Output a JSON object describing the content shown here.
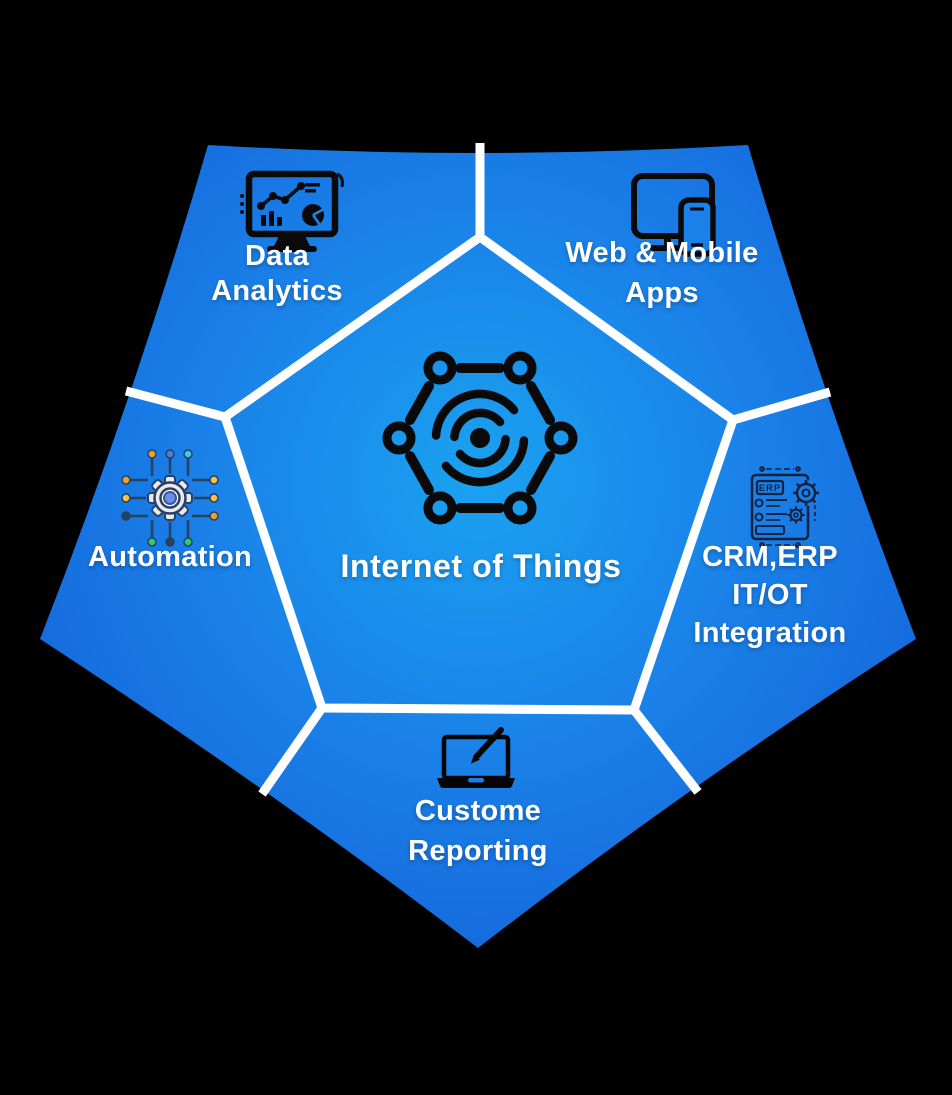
{
  "title": "Internet of Things",
  "colors": {
    "background": "#000000",
    "gradient_center": "#1AA2F0",
    "gradient_mid": "#1A84E9",
    "gradient_edge": "#1563DA",
    "divider": "#FFFFFF",
    "label_text": "#FFFFFF",
    "icon_black": "#0A0A0A",
    "icon_navy": "#16213F",
    "gear_body": "#E9EAEE",
    "gear_center": "#6B8FE8",
    "dot_orange": "#F0A029",
    "dot_yellow": "#F6C445",
    "dot_green": "#2ECC71",
    "dot_blue": "#4A7FE0",
    "dot_cyan": "#3FC8E8"
  },
  "center": {
    "label": "Internet of Things",
    "icon": "iot-hexagon-network-icon"
  },
  "segments": [
    {
      "id": "data-analytics",
      "label": "Data\nAnalytics",
      "icon": "analytics-monitor-icon",
      "position": "top-left"
    },
    {
      "id": "web-mobile-apps",
      "label": "Web & Mobile\nApps",
      "icon": "web-mobile-devices-icon",
      "position": "top-right"
    },
    {
      "id": "crm-erp-integration",
      "label": "CRM,ERP\nIT/OT\nIntegration",
      "icon": "erp-system-icon",
      "position": "right"
    },
    {
      "id": "custome-reporting",
      "label": "Custome\nReporting",
      "icon": "laptop-report-icon",
      "position": "bottom"
    },
    {
      "id": "automation",
      "label": "Automation",
      "icon": "automation-circuit-gear-icon",
      "position": "left"
    }
  ],
  "erp_icon_text": "ERP"
}
